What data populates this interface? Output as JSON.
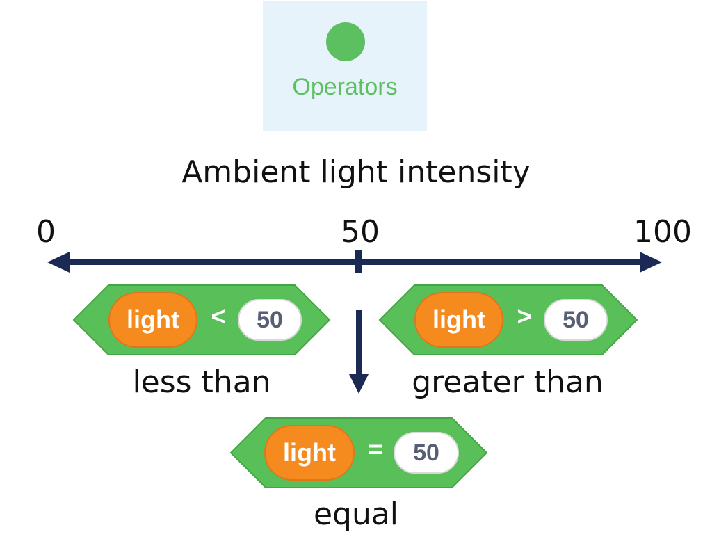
{
  "category": {
    "label": "Operators",
    "color": "#5cbf60"
  },
  "number_line": {
    "title": "Ambient light intensity",
    "ticks": {
      "min": "0",
      "mid": "50",
      "max": "100"
    },
    "color": "#1b2a55"
  },
  "blocks": {
    "less": {
      "variable": "light",
      "operator": "<",
      "value": "50",
      "caption": "less than"
    },
    "greater": {
      "variable": "light",
      "operator": ">",
      "value": "50",
      "caption": "greater than"
    },
    "equal": {
      "variable": "light",
      "operator": "=",
      "value": "50",
      "caption": "equal"
    }
  },
  "colors": {
    "block_green": "#59c059",
    "reporter_orange": "#f58b1f"
  }
}
